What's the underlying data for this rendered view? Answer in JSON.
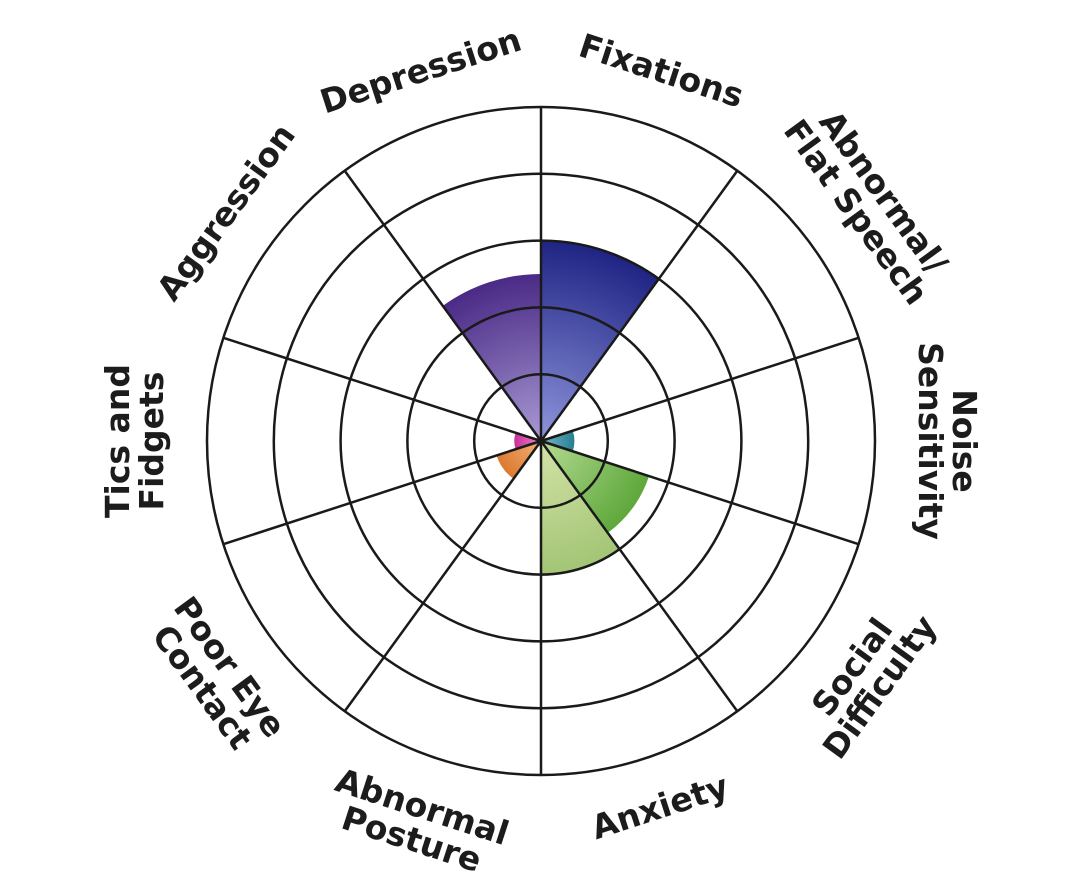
{
  "chart_data": {
    "type": "polar-area",
    "rings": 5,
    "rlim": [
      0,
      5
    ],
    "grid": true,
    "categories": [
      "Fixations",
      "Abnormal/ Flat Speech",
      "Noise Sensitivity",
      "Social Difficulty",
      "Anxiety",
      "Abnormal Posture",
      "Poor Eye Contact",
      "Tics and Fidgets",
      "Aggression",
      "Depression"
    ],
    "label_lines": [
      [
        "Fixations"
      ],
      [
        "Abnormal/",
        "Flat Speech"
      ],
      [
        "Noise",
        "Sensitivity"
      ],
      [
        "Social",
        "Difficulty"
      ],
      [
        "Anxiety"
      ],
      [
        "Abnormal",
        "Posture"
      ],
      [
        "Poor Eye",
        "Contact"
      ],
      [
        "Tics and",
        "Fidgets"
      ],
      [
        "Aggression"
      ],
      [
        "Depression"
      ]
    ],
    "values": [
      3.0,
      0,
      0.5,
      1.7,
      2.0,
      0.08,
      0.7,
      0.4,
      0,
      2.5
    ],
    "colors": [
      [
        "#8f95dc",
        "#1f2484"
      ],
      [
        "#cccccc",
        "#888888"
      ],
      [
        "#74b8c9",
        "#2a7f93"
      ],
      [
        "#b4da92",
        "#5ea83b"
      ],
      [
        "#d3e3a8",
        "#a3c575"
      ],
      [
        "#f2d56a",
        "#d6ac26"
      ],
      [
        "#f2b077",
        "#dc7a30"
      ],
      [
        "#ee86cb",
        "#c92f98"
      ],
      [
        "#b8a8dc",
        "#5b3a96"
      ],
      [
        "#a99ad4",
        "#4a2a86"
      ]
    ]
  }
}
